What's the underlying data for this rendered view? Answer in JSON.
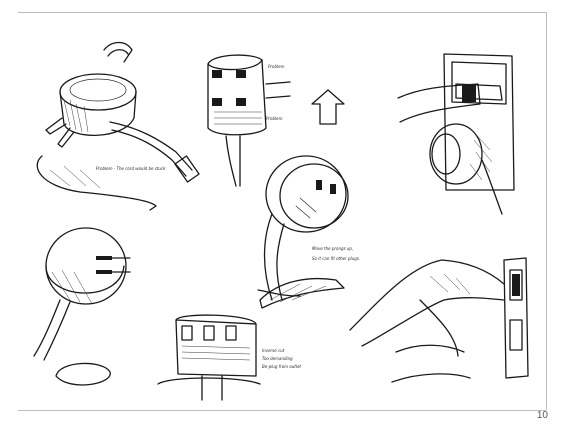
{
  "page": {
    "number": "10"
  },
  "notes": {
    "problem_cord": "Problem - The cord would be stuck",
    "problem_top": "Problem",
    "problem_mid": "Problem",
    "move_prongs_1": "Move the prongs up,",
    "move_prongs_2": "So it can fit other plugs.",
    "insert_1": "Inverse cut",
    "insert_2": "Too demanding",
    "insert_3": "Be-plug from outlet"
  },
  "colors": {
    "ink": "#1a1a1a",
    "paper": "#ffffff",
    "border": "#bdbdbd"
  }
}
